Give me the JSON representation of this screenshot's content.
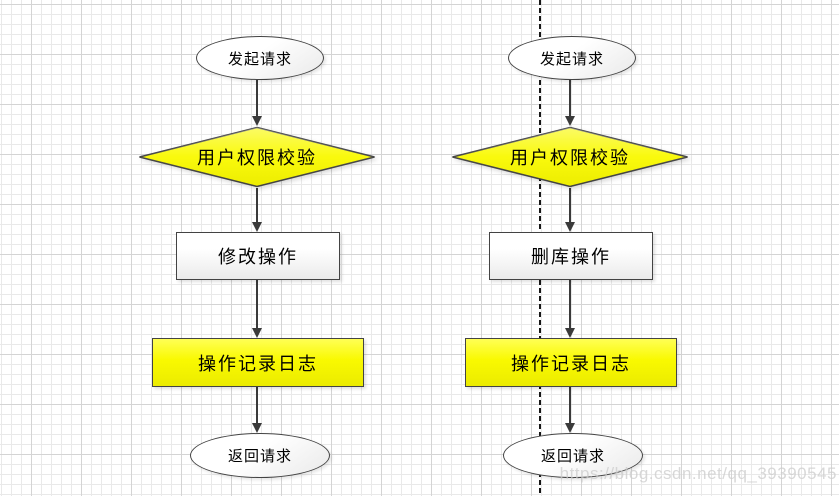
{
  "colors": {
    "highlight_yellow": "#f9f900",
    "shape_border": "#434343",
    "arrow": "#3a3a3a",
    "grid_minor": "#e9e9e9",
    "grid_major": "#d4d4d4",
    "watermark_text_color": "#cccccc"
  },
  "watermark": "https://blog.csdn.net/qq_39390545",
  "flows": [
    {
      "name": "modify-operation-flow",
      "nodes": [
        {
          "type": "terminator",
          "label": "发起请求"
        },
        {
          "type": "decision",
          "label": "用户权限校验"
        },
        {
          "type": "process",
          "label": "修改操作"
        },
        {
          "type": "process-highlight",
          "label": "操作记录日志"
        },
        {
          "type": "terminator",
          "label": "返回请求"
        }
      ]
    },
    {
      "name": "delete-db-operation-flow",
      "nodes": [
        {
          "type": "terminator",
          "label": "发起请求"
        },
        {
          "type": "decision",
          "label": "用户权限校验"
        },
        {
          "type": "process",
          "label": "删库操作"
        },
        {
          "type": "process-highlight",
          "label": "操作记录日志"
        },
        {
          "type": "terminator",
          "label": "返回请求"
        }
      ]
    }
  ]
}
